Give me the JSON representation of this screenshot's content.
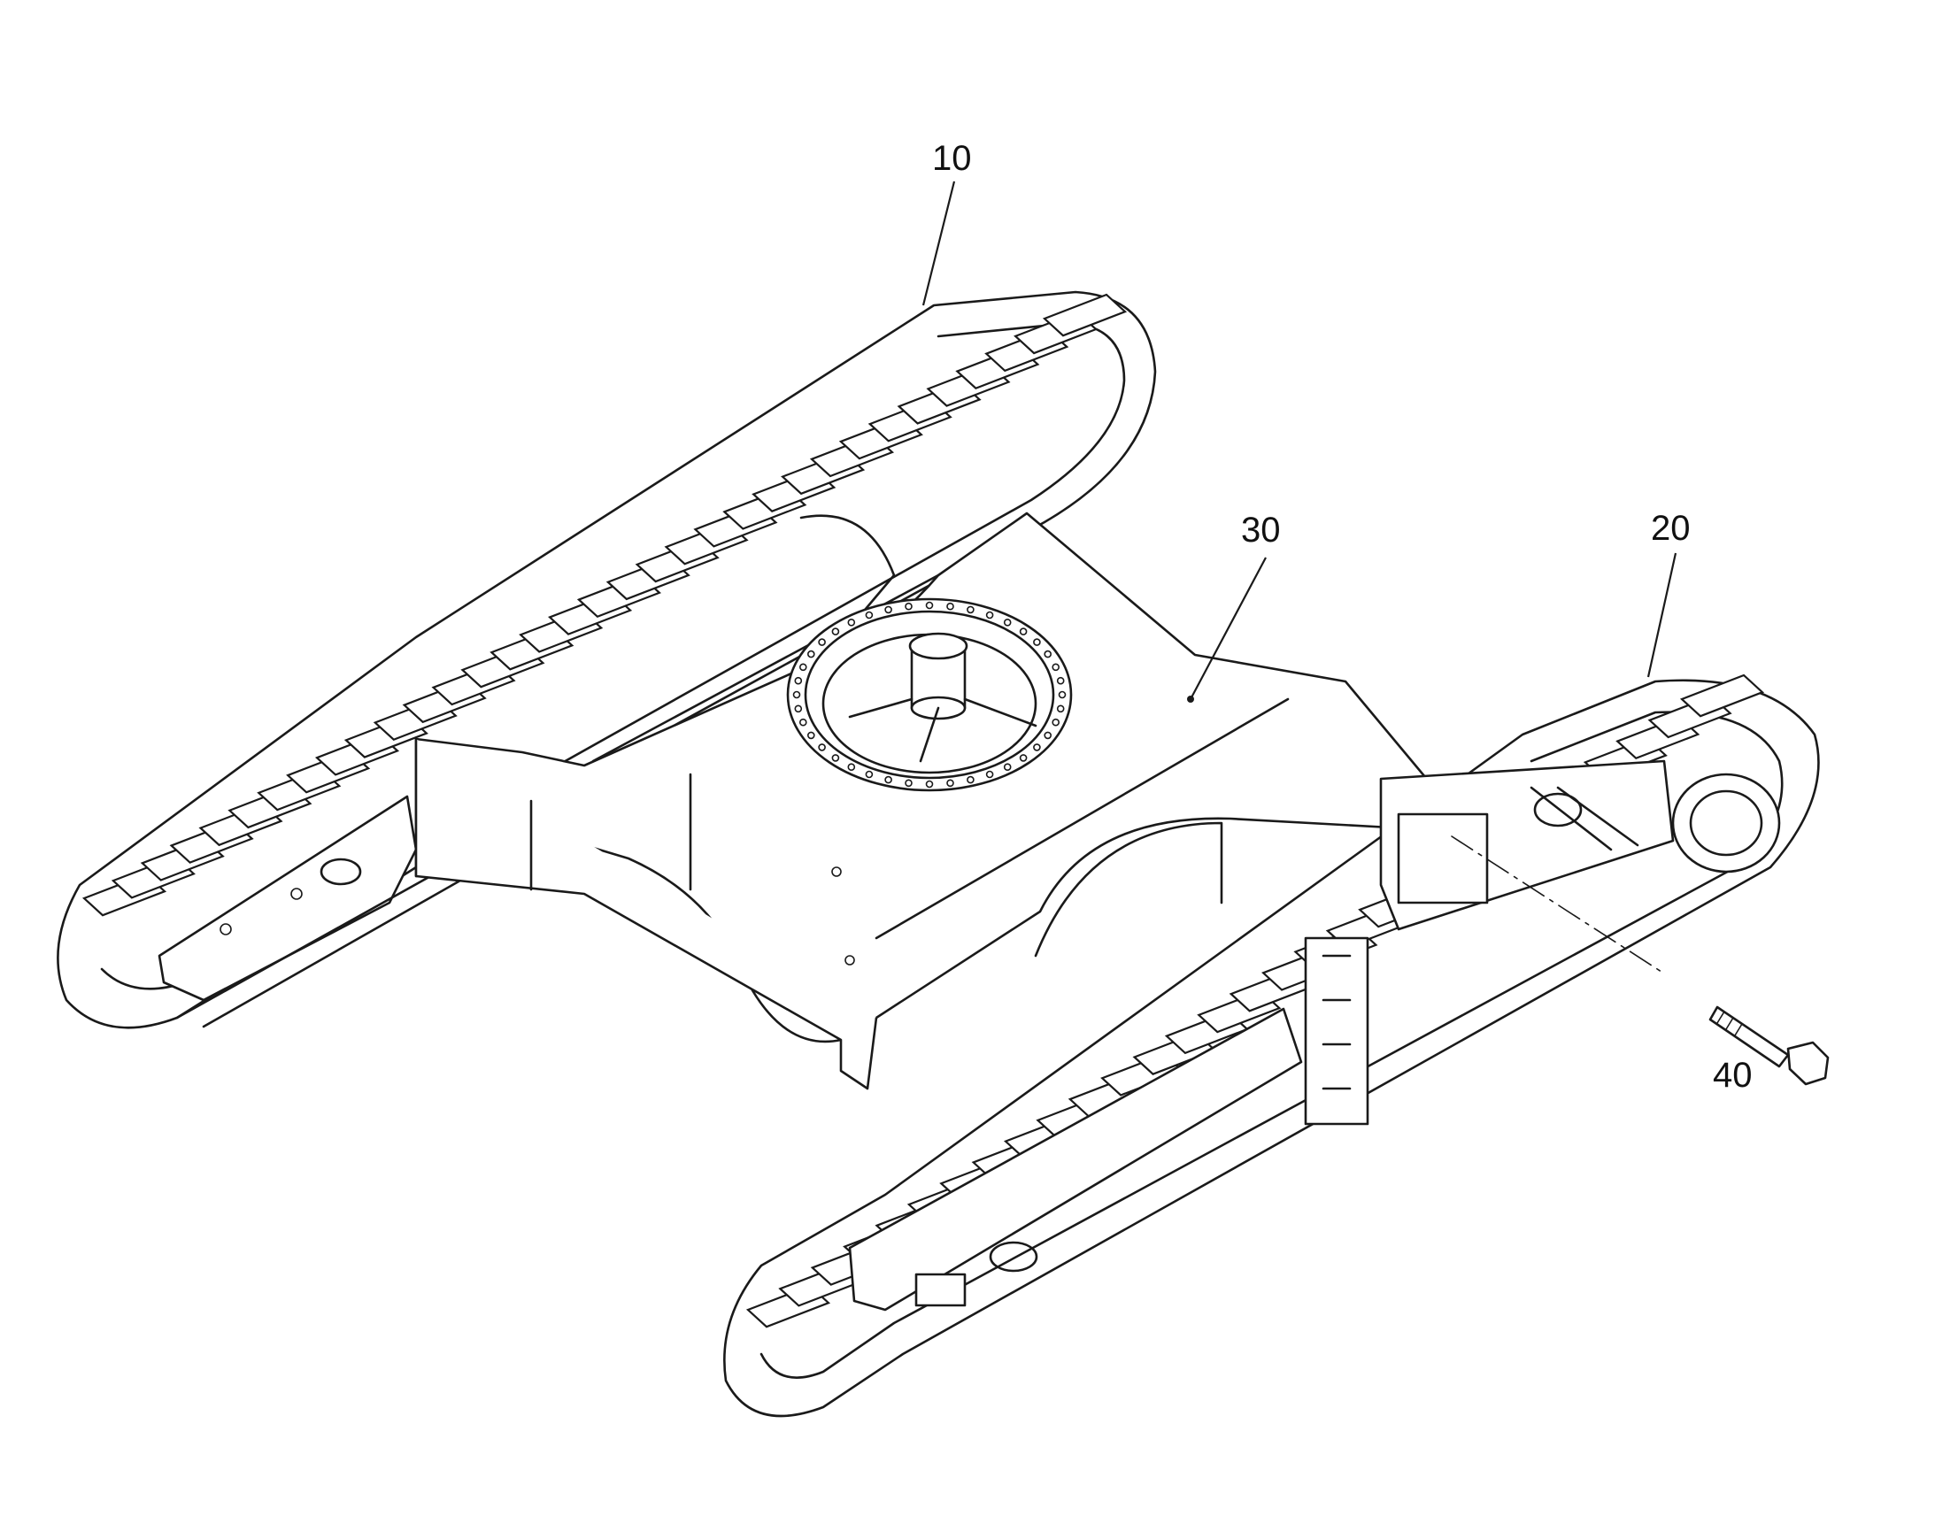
{
  "figure": {
    "labels": [
      {
        "id": "ref-10",
        "text": "10"
      },
      {
        "id": "ref-20",
        "text": "20"
      },
      {
        "id": "ref-30",
        "text": "30"
      },
      {
        "id": "ref-40",
        "text": "40"
      }
    ],
    "colors": {
      "ink": "#1a1a1a",
      "paper": "#ffffff"
    }
  }
}
